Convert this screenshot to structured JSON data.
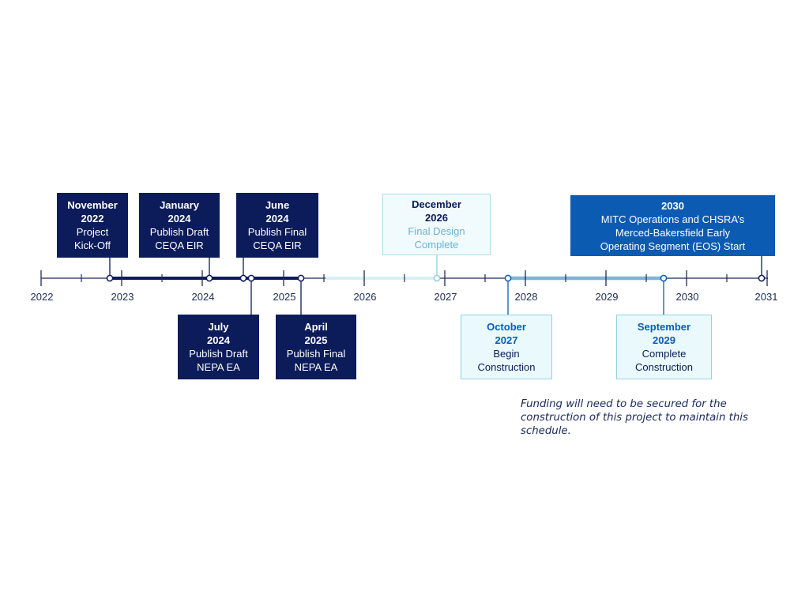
{
  "axis": {
    "years": [
      "2022",
      "2023",
      "2024",
      "2025",
      "2026",
      "2027",
      "2028",
      "2029",
      "2030",
      "2031"
    ]
  },
  "milestones_above": [
    {
      "line1": "November",
      "line2": "2022",
      "desc": "Project\nKick-Off"
    },
    {
      "line1": "January",
      "line2": "2024",
      "desc": "Publish Draft\nCEQA EIR"
    },
    {
      "line1": "June",
      "line2": "2024",
      "desc": "Publish Final\nCEQA EIR"
    },
    {
      "line1": "December",
      "line2": "2026",
      "desc": "Final Design\nComplete"
    },
    {
      "line1": "2030",
      "line2": "",
      "desc": "MITC Operations and CHSRA’s\nMerced-Bakersfield Early\nOperating Segment (EOS) Start"
    }
  ],
  "milestones_below": [
    {
      "line1": "July",
      "line2": "2024",
      "desc": "Publish Draft\nNEPA EA"
    },
    {
      "line1": "April",
      "line2": "2025",
      "desc": "Publish Final\nNEPA EA"
    },
    {
      "line1": "October",
      "line2": "2027",
      "desc": "Begin\nConstruction"
    },
    {
      "line1": "September",
      "line2": "2029",
      "desc": "Complete\nConstruction"
    }
  ],
  "note": "Funding will need to be secured for the construction of this project to maintain this schedule.",
  "colors": {
    "navy": "#0c1b5a",
    "royal": "#0b5bb3",
    "light_blue": "#7fb3d9",
    "pale": "#d8eff6",
    "axis": "#1d2b56"
  }
}
